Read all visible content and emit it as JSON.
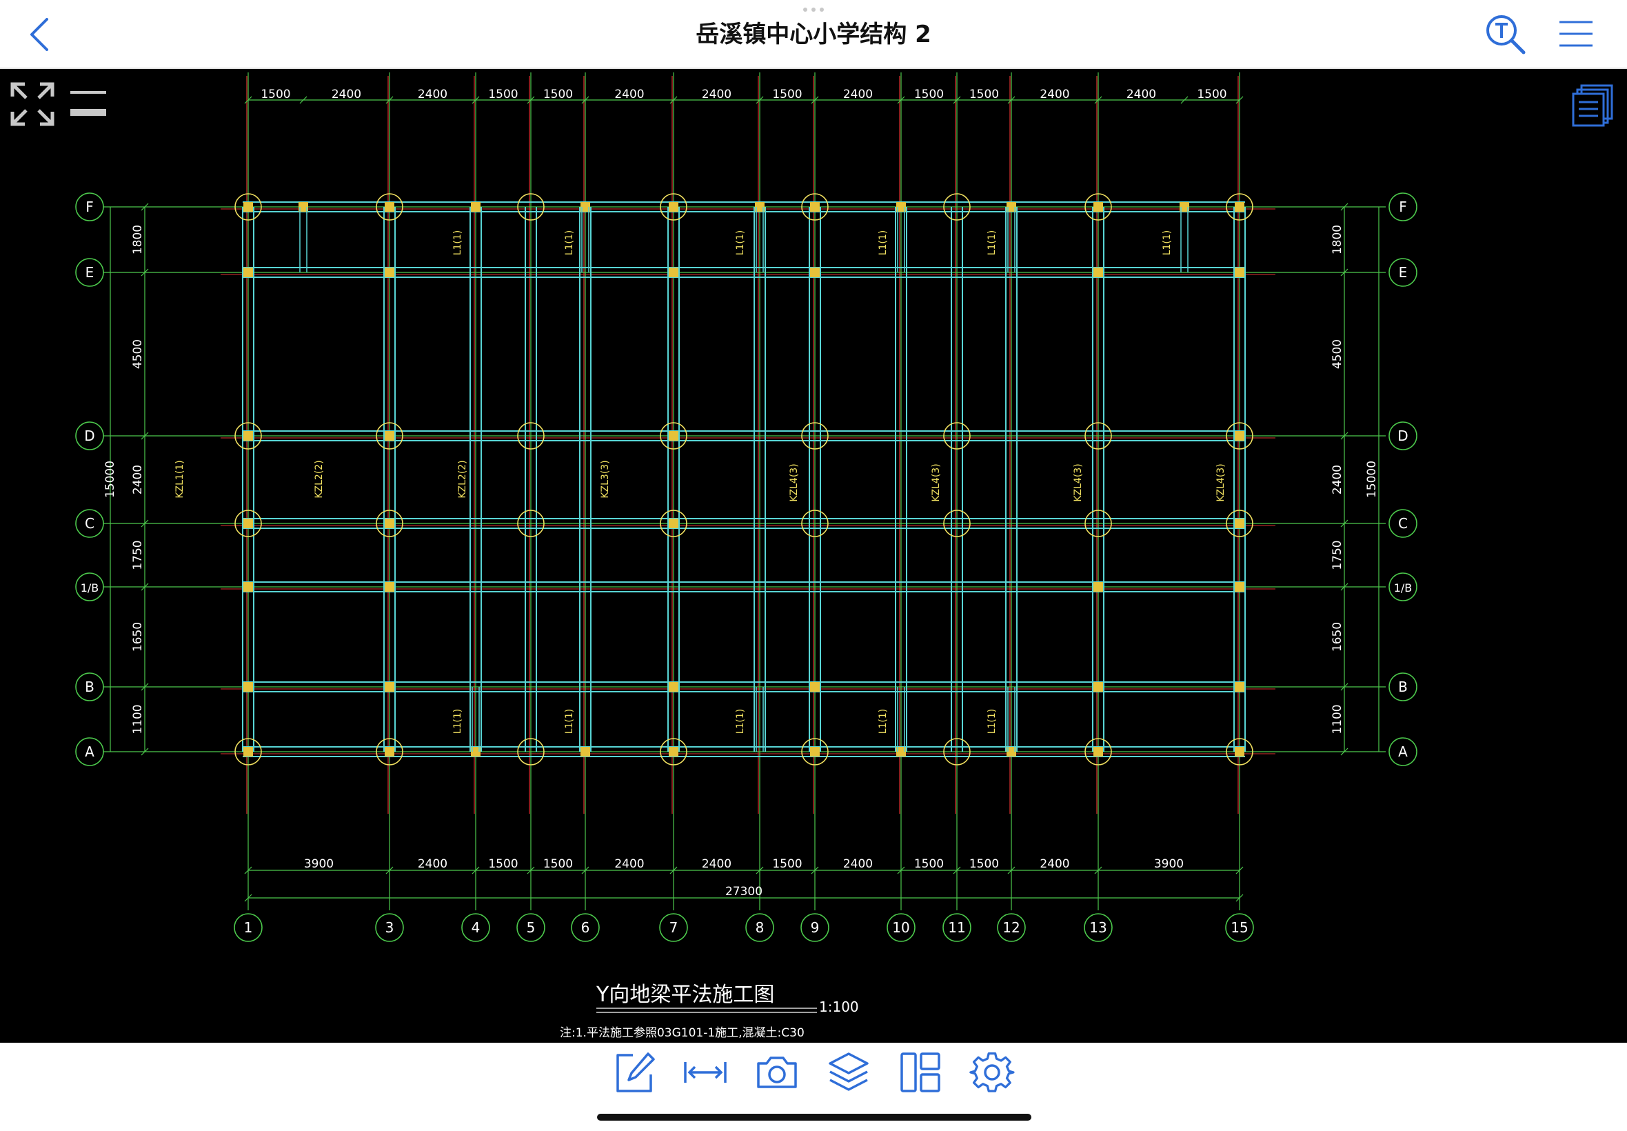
{
  "header": {
    "title": "岳溪镇中心小学结构 2"
  },
  "icons": {
    "back": "chevron-left-icon",
    "text_search": "text-search-icon",
    "menu": "menu-icon",
    "fit": "fit-screen-icon",
    "line_weight": "line-weight-icon",
    "sheets": "sheets-icon"
  },
  "toolbar": [
    "annotate-icon",
    "measure-icon",
    "camera-icon",
    "layers-icon",
    "layout-icon",
    "settings-icon"
  ],
  "colors": {
    "accent": "#2f6ed8",
    "axis_green": "#4cc94c",
    "beam_cyan": "#58d5d5",
    "label_yellow": "#f0e060",
    "column_fill": "#e6c23a",
    "rebar_red": "#e03030"
  },
  "drawing": {
    "row_labels": [
      "F",
      "E",
      "D",
      "C",
      "1/B",
      "B",
      "A"
    ],
    "col_labels": [
      "1",
      "3",
      "4",
      "5",
      "6",
      "7",
      "8",
      "9",
      "10",
      "11",
      "12",
      "13",
      "15"
    ],
    "top_dims": [
      "1500",
      "2400",
      "2400",
      "1500",
      "1500",
      "2400",
      "2400",
      "1500",
      "2400",
      "1500",
      "1500",
      "2400",
      "2400",
      "1500"
    ],
    "bottom_dims": [
      "3900",
      "2400",
      "1500",
      "1500",
      "2400",
      "2400",
      "1500",
      "2400",
      "1500",
      "1500",
      "2400",
      "3900"
    ],
    "total_dim": "27300",
    "left_dims": [
      "1800",
      "4500",
      "2400",
      "1750",
      "1650",
      "1100",
      "1800"
    ],
    "total_height": "15000",
    "title": "Y向地梁平法施工图",
    "scale": "1:100",
    "note": "注:1.平法施工参照03G101-1施工,混凝土:C30",
    "beam_labels": [
      "L1(1)",
      "KZL1(1)",
      "KZL2(2)",
      "KZL3(3)",
      "KZL4(3)"
    ]
  }
}
